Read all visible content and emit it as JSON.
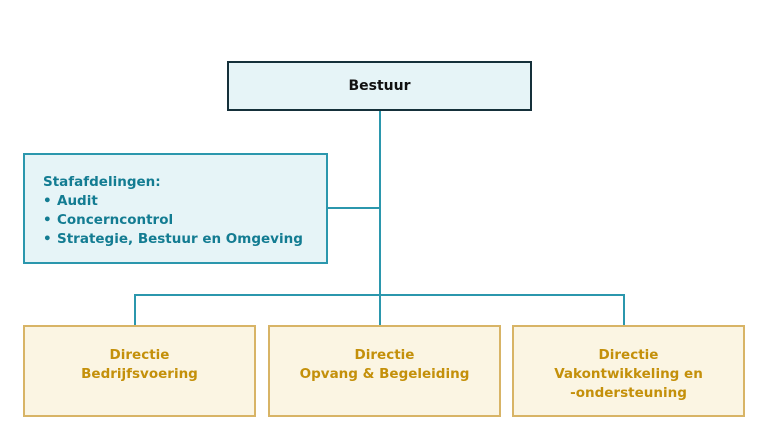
{
  "board": {
    "label": "Bestuur"
  },
  "staff": {
    "title": "Stafafdelingen:",
    "items": [
      "Audit",
      "Concerncontrol",
      "Strategie, Bestuur en Omgeving"
    ]
  },
  "directorates": [
    {
      "lines": [
        "Directie",
        "Bedrijfsvoering"
      ]
    },
    {
      "lines": [
        "Directie",
        "Opvang & Begeleiding"
      ]
    },
    {
      "lines": [
        "Directie",
        "Vakontwikkeling en",
        "-ondersteuning"
      ]
    }
  ],
  "colors": {
    "connector": "#2b97ad",
    "board_border": "#15303a",
    "teal_fill": "#e6f4f7",
    "staff_text": "#137c92",
    "directie_border": "#d8b466",
    "directie_fill": "#fbf5e3",
    "directie_text": "#c4900a"
  }
}
